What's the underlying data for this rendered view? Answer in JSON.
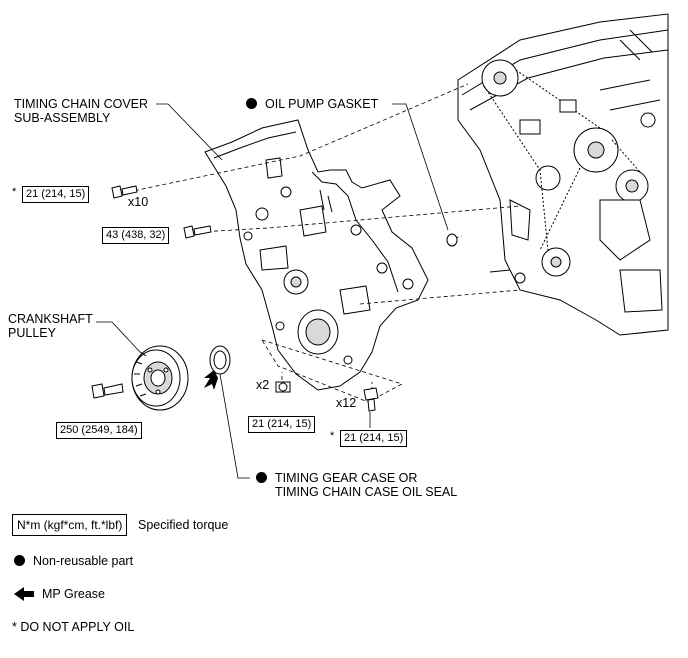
{
  "labels": {
    "timing_chain_cover_line1": "TIMING CHAIN COVER",
    "timing_chain_cover_line2": "SUB-ASSEMBLY",
    "oil_pump_gasket": "OIL PUMP GASKET",
    "crankshaft_pulley_line1": "CRANKSHAFT",
    "crankshaft_pulley_line2": "PULLEY",
    "oil_seal_line1": "TIMING GEAR CASE OR",
    "oil_seal_line2": "TIMING CHAIN CASE OIL SEAL"
  },
  "torques": {
    "t21_x10": "21 (214, 15)",
    "t43": "43 (438, 32)",
    "t250": "250 (2549, 184)",
    "t21_x2": "21 (214, 15)",
    "t21_x12": "21 (214, 15)"
  },
  "quantities": {
    "x10": "x10",
    "x2": "x2",
    "x12": "x12"
  },
  "asterisk": "*",
  "legend": {
    "torque_unit": "N*m (kgf*cm, ft.*lbf)",
    "torque_text": "Specified torque",
    "non_reusable": "Non-reusable part",
    "mp_grease": "MP Grease",
    "no_oil": "* DO NOT APPLY OIL"
  },
  "colors": {
    "ink": "#000000",
    "background": "#ffffff",
    "part_fill": "#ffffff",
    "shade": "#d9d9d9"
  },
  "icons": {
    "non_reusable_marker": "filled-circle-icon",
    "grease_marker": "left-arrow-icon"
  }
}
